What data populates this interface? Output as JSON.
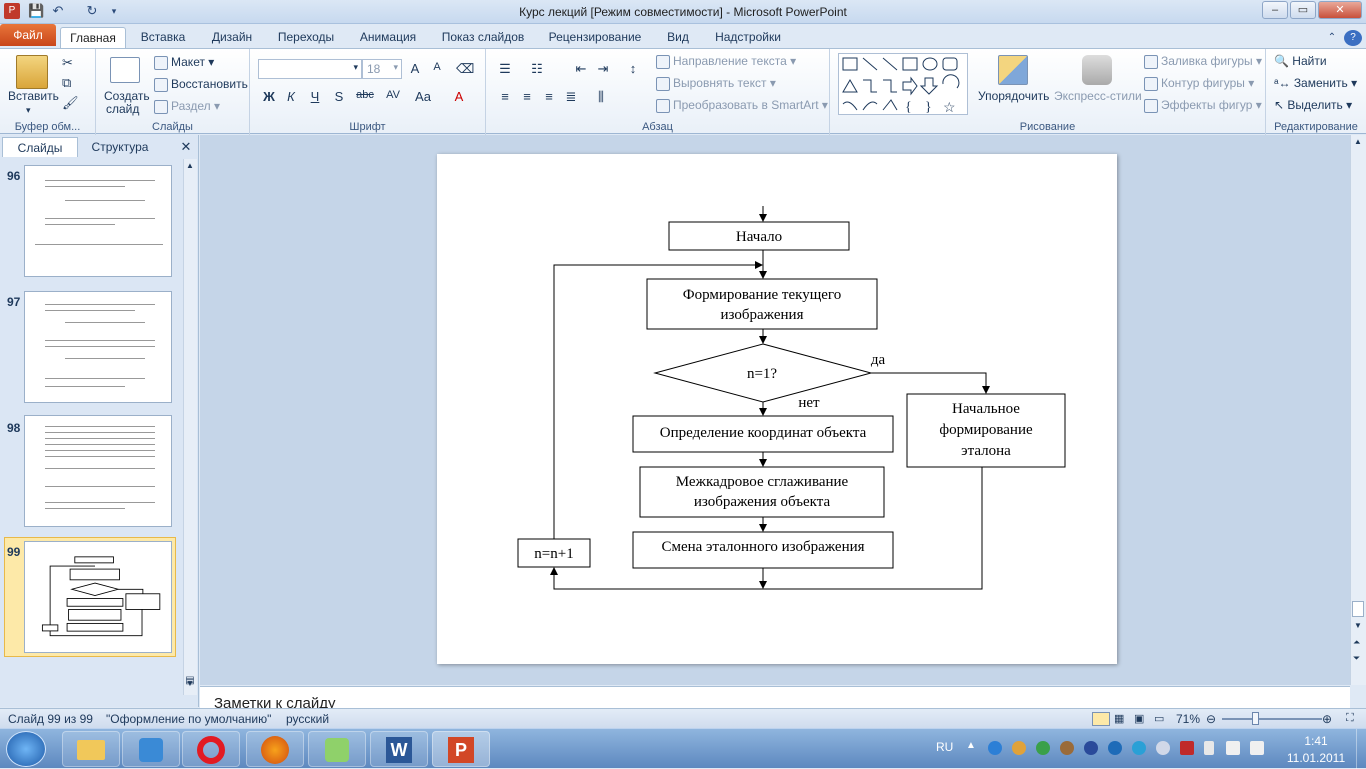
{
  "app": {
    "title": "Курс лекций [Режим совместимости]  -  Microsoft PowerPoint"
  },
  "tabs": {
    "file": "Файл",
    "items": [
      "Главная",
      "Вставка",
      "Дизайн",
      "Переходы",
      "Анимация",
      "Показ слайдов",
      "Рецензирование",
      "Вид",
      "Надстройки"
    ]
  },
  "ribbon": {
    "clipboard": {
      "paste": "Вставить",
      "label": "Буфер обм..."
    },
    "slides": {
      "new_slide_1": "Создать",
      "new_slide_2": "слайд",
      "layout": "Макет",
      "reset": "Восстановить",
      "section": "Раздел",
      "label": "Слайды"
    },
    "font": {
      "name": "",
      "size": "18",
      "label": "Шрифт"
    },
    "paragraph": {
      "text_direction": "Направление текста",
      "align_text": "Выровнять текст",
      "smartart": "Преобразовать в SmartArt",
      "label": "Абзац"
    },
    "drawing": {
      "arrange": "Упорядочить",
      "quick_styles": "Экспресс-стили",
      "fill": "Заливка фигуры",
      "outline": "Контур фигуры",
      "effects": "Эффекты фигур",
      "label": "Рисование"
    },
    "editing": {
      "find": "Найти",
      "replace": "Заменить",
      "select": "Выделить",
      "label": "Редактирование"
    }
  },
  "panel": {
    "tab_slides": "Слайды",
    "tab_outline": "Структура",
    "thumbs": [
      {
        "num": "96"
      },
      {
        "num": "97"
      },
      {
        "num": "98"
      },
      {
        "num": "99"
      }
    ]
  },
  "flowchart": {
    "start": "Начало",
    "form_line1": "Формирование  текущего",
    "form_line2": "изображения",
    "decision": "n=1?",
    "yes": "да",
    "no": "нет",
    "coords": "Определение  координат  объекта",
    "smooth_line1": "Межкадровое  сглаживание",
    "smooth_line2": "изображения  объекта",
    "change": "Смена  эталонного  изображения",
    "initial_line1": "Начальное",
    "initial_line2": "формирование",
    "initial_line3": "эталона",
    "increment": "n=n+1"
  },
  "notes": {
    "placeholder": "Заметки к слайду"
  },
  "status": {
    "slide": "Слайд 99 из 99",
    "theme": "\"Оформление по умолчанию\"",
    "lang": "русский",
    "zoom": "71%"
  },
  "taskbar": {
    "lang": "RU",
    "time": "1:41",
    "date": "11.01.2011"
  }
}
